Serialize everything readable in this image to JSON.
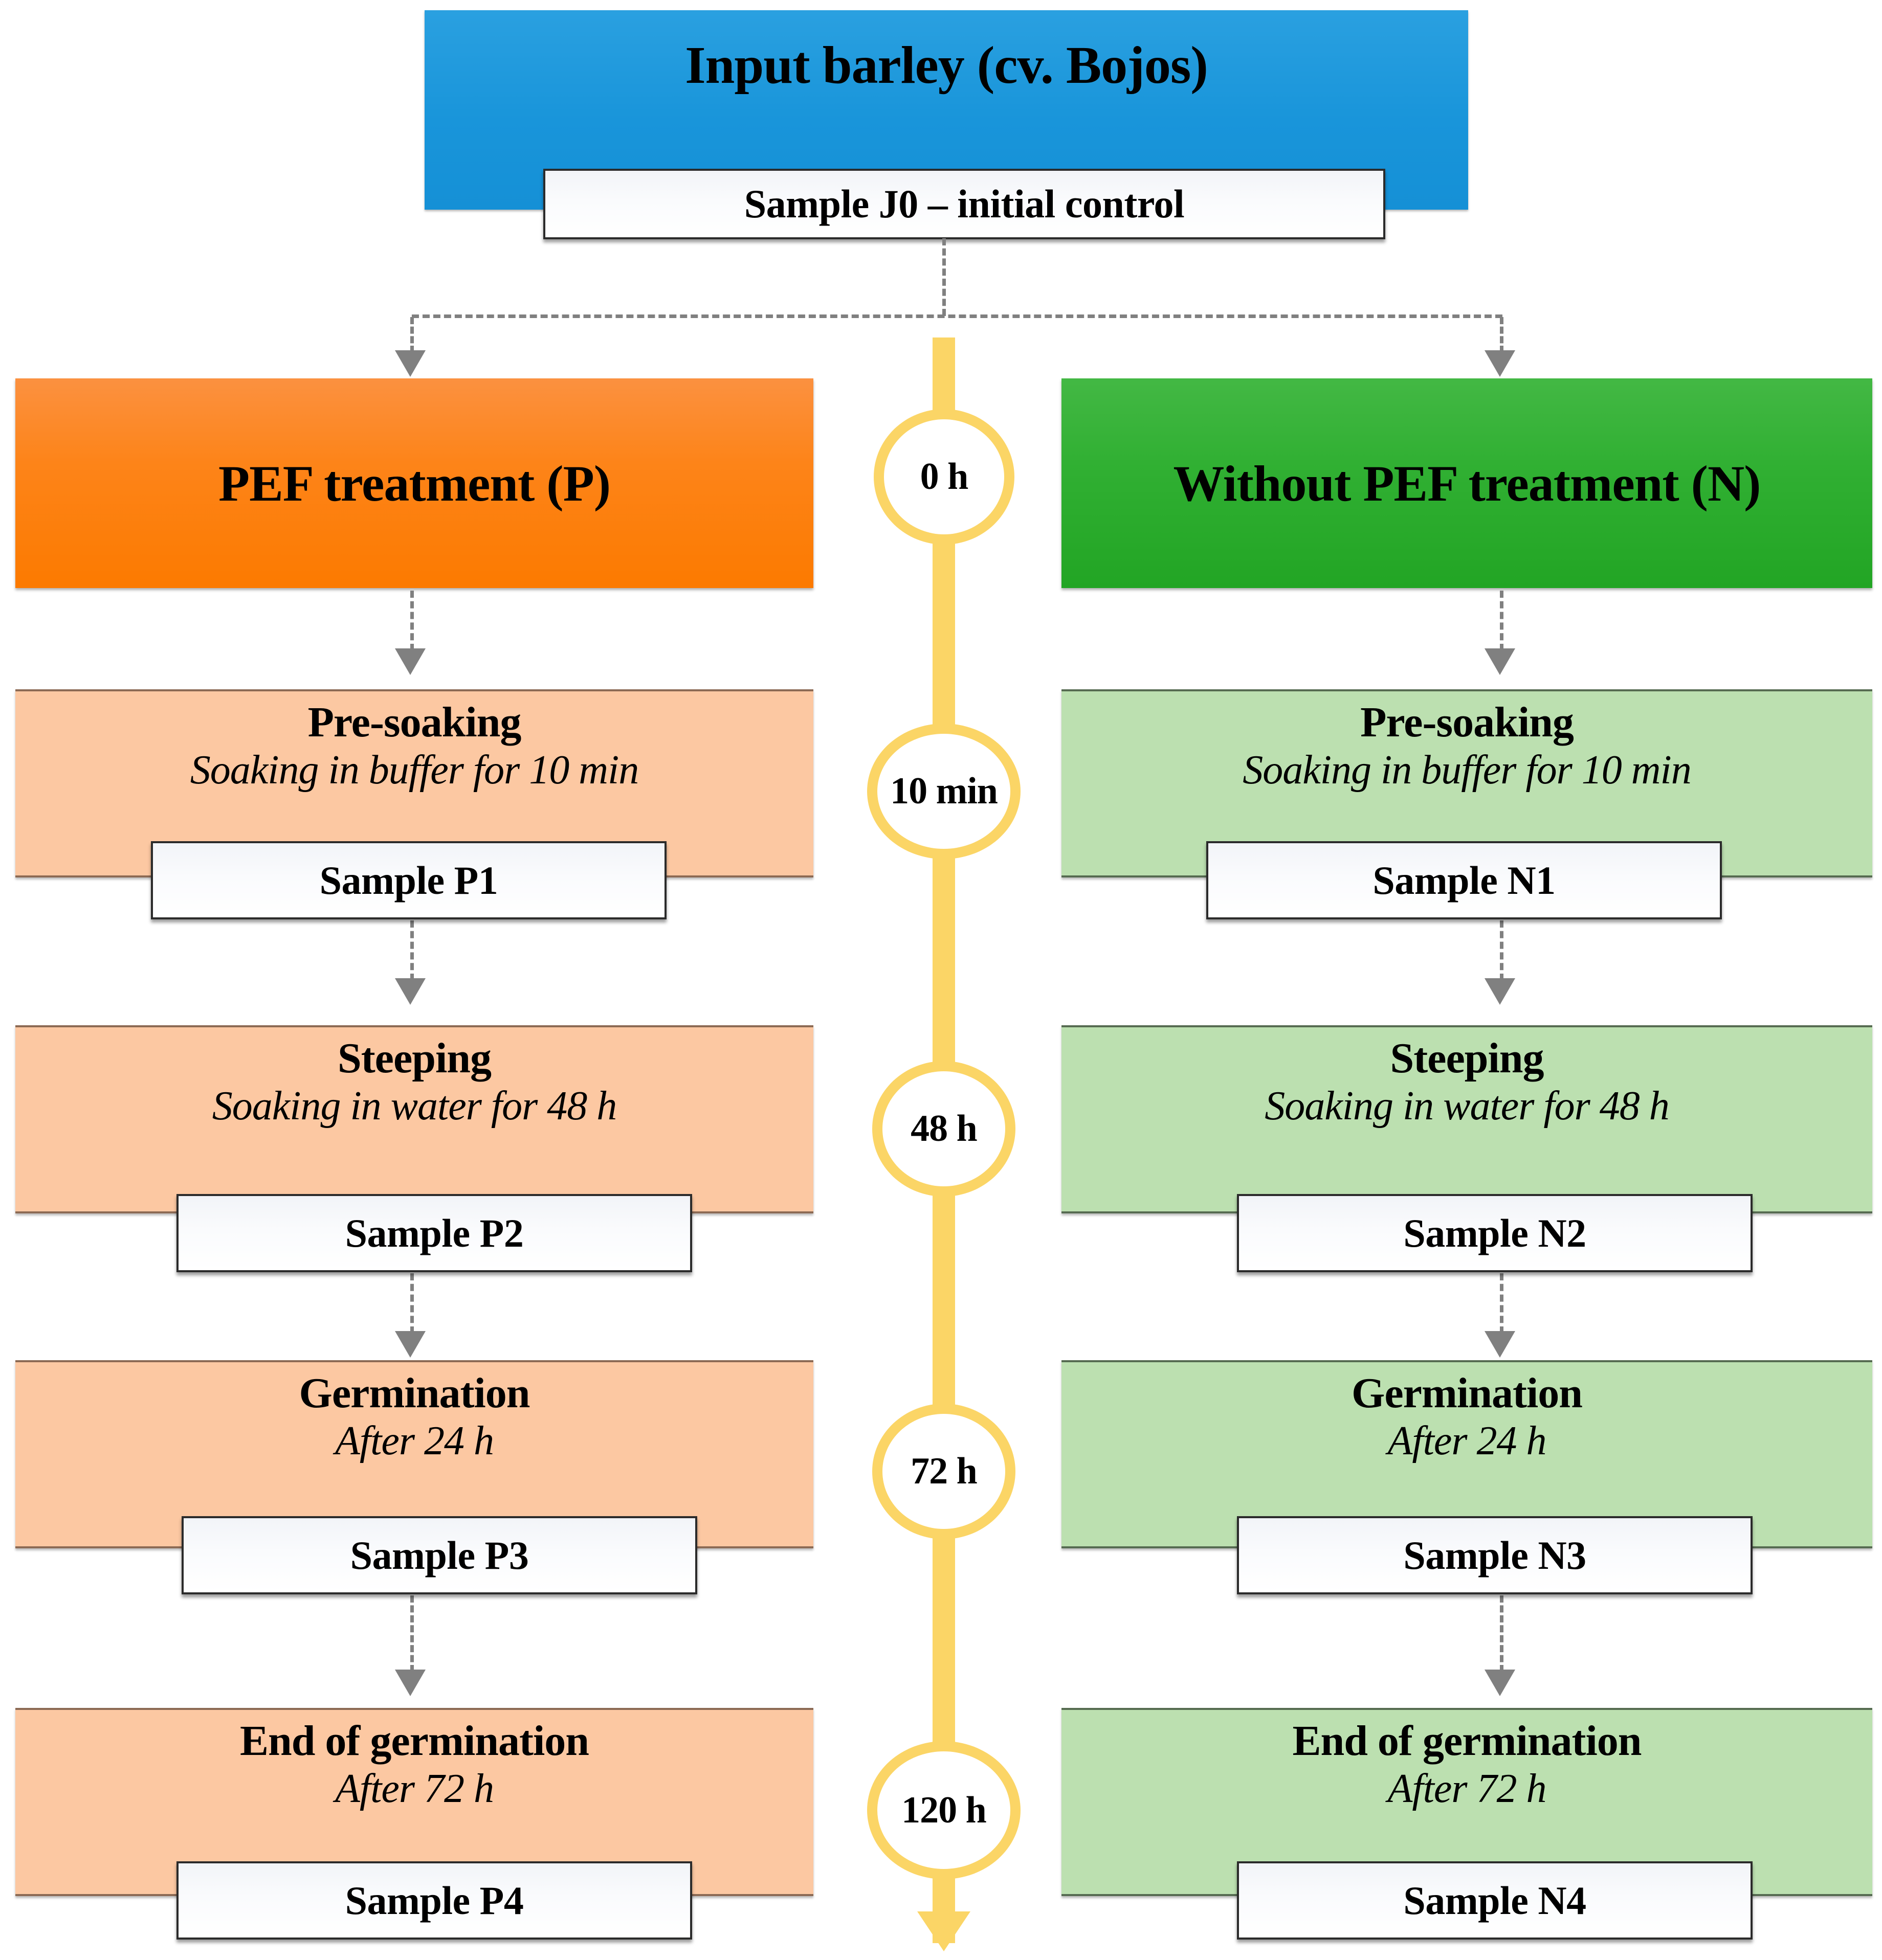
{
  "header": {
    "title": "Input barley (cv. Bojos)",
    "sample": "Sample J0 – initial control",
    "color": "#1995da"
  },
  "columns": {
    "left": {
      "title": "PEF treatment (P)",
      "color": "#fc7a00",
      "step_color": "#fcc8a2",
      "steps": [
        {
          "title": "Pre-soaking",
          "subtitle": "Soaking in buffer for 10 min",
          "sample": "Sample P1"
        },
        {
          "title": "Steeping",
          "subtitle": "Soaking in water for 48 h",
          "sample": "Sample P2"
        },
        {
          "title": "Germination",
          "subtitle": "After 24 h",
          "sample": "Sample P3"
        },
        {
          "title": "End of germination",
          "subtitle": "After 72 h",
          "sample": "Sample P4"
        }
      ]
    },
    "right": {
      "title": "Without PEF treatment (N)",
      "color": "#2cad2e",
      "step_color": "#bce0b0",
      "steps": [
        {
          "title": "Pre-soaking",
          "subtitle": "Soaking in buffer for 10 min",
          "sample": "Sample N1"
        },
        {
          "title": "Steeping",
          "subtitle": "Soaking in water for 48 h",
          "sample": "Sample N2"
        },
        {
          "title": "Germination",
          "subtitle": "After 24 h",
          "sample": "Sample N3"
        },
        {
          "title": "End of germination",
          "subtitle": "After 72 h",
          "sample": "Sample N4"
        }
      ]
    }
  },
  "timeline": {
    "color": "#fbd566",
    "markers": [
      {
        "label": "0 h"
      },
      {
        "label": "10 min"
      },
      {
        "label": "48 h"
      },
      {
        "label": "72 h"
      },
      {
        "label": "120 h"
      }
    ]
  }
}
